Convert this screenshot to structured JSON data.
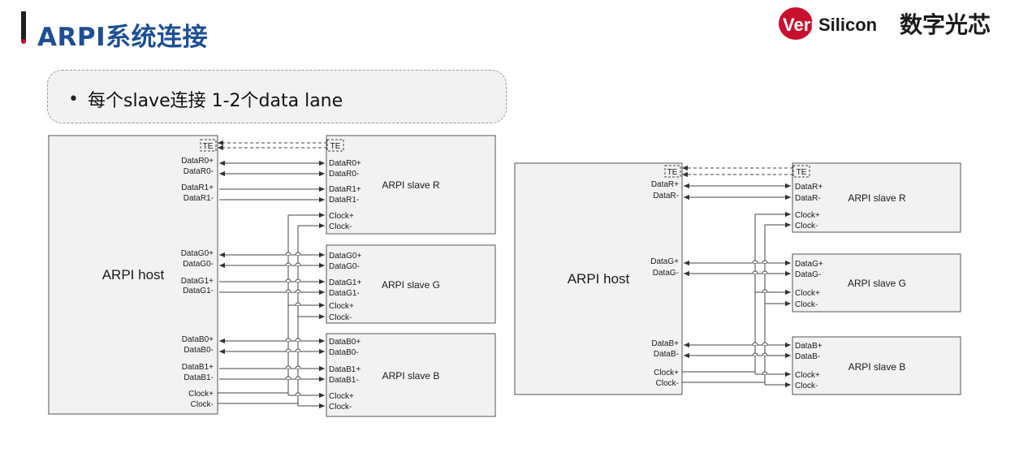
{
  "title": "ARPI系统连接",
  "logo": {
    "brand_ver": "Veri",
    "brand_silicon": "Silicon",
    "brand_cn": "数字光芯",
    "accent_color": "#c8102e"
  },
  "bullet": {
    "text": "每个slave连接 1-2个data lane"
  },
  "diagram_left": {
    "host_label": "ARPI host",
    "te": "TE",
    "host_pins": [
      "DataR0+",
      "DataR0-",
      "DataR1+",
      "DataR1-",
      "DataG0+",
      "DataG0-",
      "DataG1+",
      "DataG1-",
      "DataB0+",
      "DataB0-",
      "DataB1+",
      "DataB1-",
      "Clock+",
      "Clock-"
    ],
    "slave_r": {
      "label": "ARPI slave R",
      "pins": [
        "DataR0+",
        "DataR0-",
        "DataR1+",
        "DataR1-",
        "Clock+",
        "Clock-"
      ]
    },
    "slave_g": {
      "label": "ARPI slave G",
      "pins": [
        "DataG0+",
        "DataG0-",
        "DataG1+",
        "DataG1-",
        "Clock+",
        "Clock-"
      ]
    },
    "slave_b": {
      "label": "ARPI slave B",
      "pins": [
        "DataB0+",
        "DataB0-",
        "DataB1+",
        "DataB1-",
        "Clock+",
        "Clock-"
      ]
    }
  },
  "diagram_right": {
    "host_label": "ARPI host",
    "te": "TE",
    "host_pins": [
      "DataR+",
      "DataR-",
      "DataG+",
      "DataG-",
      "DataB+",
      "DataB-",
      "Clock+",
      "Clock-"
    ],
    "slave_r": {
      "label": "ARPI slave R",
      "pins": [
        "DataR+",
        "DataR-",
        "Clock+",
        "Clock-"
      ]
    },
    "slave_g": {
      "label": "ARPI slave G",
      "pins": [
        "DataG+",
        "DataG-",
        "Clock+",
        "Clock-"
      ]
    },
    "slave_b": {
      "label": "ARPI slave B",
      "pins": [
        "DataB+",
        "DataB-",
        "Clock+",
        "Clock-"
      ]
    }
  }
}
